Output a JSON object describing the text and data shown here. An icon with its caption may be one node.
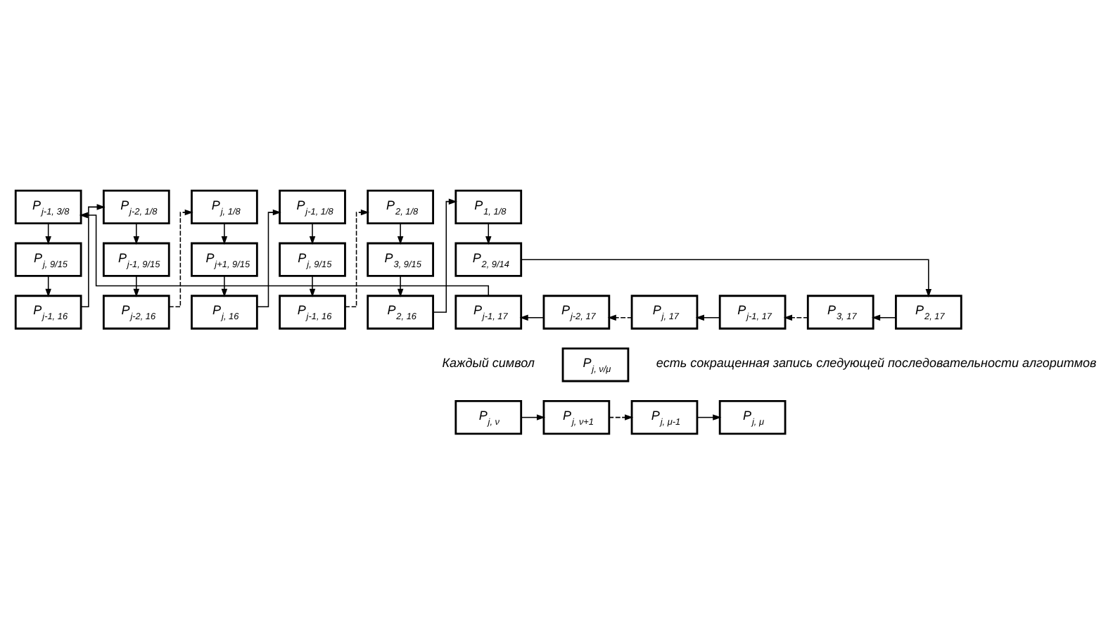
{
  "diagram": {
    "nodes": [
      {
        "text": [
          "P$_{j-1, 3/8}$"
        ]
      },
      {
        "text": [
          "P$_{j, 9/15}$"
        ]
      },
      {
        "text": [
          "P$_{j-1, 16}$"
        ]
      },
      {
        "text": [
          "P$_{j-2, 1/8}$"
        ]
      },
      {
        "text": [
          "P$_{j-1, 9/15}$"
        ]
      },
      {
        "text": [
          "P$_{j-2, 16}$"
        ]
      },
      {
        "text": [
          "P$_{j, 1/8}$"
        ]
      },
      {
        "text": [
          "P$_{j+1, 9/15}$"
        ]
      },
      {
        "text": [
          "P$_{j, 16}$"
        ]
      },
      {
        "text": [
          "P$_{j-1, 1/8}$"
        ]
      },
      {
        "text": [
          "P$_{j, 9/15}$"
        ]
      },
      {
        "text": [
          "P$_{j-1, 16}$"
        ]
      },
      {
        "text": [
          "P$_{2, 1/8}$"
        ]
      },
      {
        "text": [
          "P$_{3, 9/15}$"
        ]
      },
      {
        "text": [
          "P$_{2, 16}$"
        ]
      },
      {
        "text": [
          "P$_{1, 1/8}$"
        ]
      },
      {
        "text": [
          "P$_{2, 9/14}$"
        ]
      },
      {
        "text": [
          "P$_{j-1, 17}$"
        ]
      },
      {
        "text": [
          "P$_{j-2, 17}$"
        ]
      },
      {
        "text": [
          "P$_{j, 17}$"
        ]
      },
      {
        "text": [
          "P$_{j-1, 17}$"
        ]
      },
      {
        "text": [
          "P$_{3, 17}$"
        ]
      },
      {
        "text": [
          "P$_{2, 17}$"
        ]
      },
      {
        "text": [
          "P$_{j, ν/μ}$"
        ]
      },
      {
        "text": [
          "P$_{j, ν}$"
        ]
      },
      {
        "text": [
          "P$_{j, ν+1}$"
        ]
      },
      {
        "text": [
          "P$_{j, μ-1}$"
        ]
      },
      {
        "text": [
          "P$_{j, μ}$"
        ]
      }
    ],
    "edges": [
      {
        "from": 0,
        "to": 1,
        "arrow": "to"
      },
      {
        "from": 1,
        "to": 2,
        "arrow": "to"
      },
      {
        "from": 2,
        "to": 3,
        "arrow": "to"
      },
      {
        "from": 3,
        "to": 4,
        "arrow": "to"
      },
      {
        "from": 4,
        "to": 5,
        "arrow": "to"
      },
      {
        "from": 5,
        "to": 6,
        "arrow": "to",
        "style": "dashed"
      },
      {
        "from": 6,
        "to": 7,
        "arrow": "to"
      },
      {
        "from": 7,
        "to": 8,
        "arrow": "to"
      },
      {
        "from": 8,
        "to": 9,
        "arrow": "to"
      },
      {
        "from": 9,
        "to": 10,
        "arrow": "to"
      },
      {
        "from": 10,
        "to": 11,
        "arrow": "to"
      },
      {
        "from": 11,
        "to": 12,
        "arrow": "to",
        "style": "dashed"
      },
      {
        "from": 12,
        "to": 13,
        "arrow": "to"
      },
      {
        "from": 13,
        "to": 14,
        "arrow": "to"
      },
      {
        "from": 14,
        "to": 15,
        "arrow": "to"
      },
      {
        "from": 15,
        "to": 16,
        "arrow": "to"
      },
      {
        "from": 16,
        "to": 22,
        "arrow": "to"
      },
      {
        "from": 22,
        "to": 21,
        "arrow": "to"
      },
      {
        "from": 21,
        "to": 20,
        "arrow": "to",
        "style": "dashed"
      },
      {
        "from": 20,
        "to": 19,
        "arrow": "to"
      },
      {
        "from": 19,
        "to": 18,
        "arrow": "to",
        "style": "dashed"
      },
      {
        "from": 18,
        "to": 17,
        "arrow": "to"
      },
      {
        "from": 17,
        "to": 0,
        "arrow": "to"
      },
      {
        "from": 24,
        "to": 25,
        "arrow": "to"
      },
      {
        "from": 25,
        "to": 26,
        "arrow": "to",
        "style": "dashed"
      },
      {
        "from": 26,
        "to": 27,
        "arrow": "to"
      }
    ],
    "labels": [
      "Каждый символ",
      "есть сокращенная запись следующей последовательности алгоритмов"
    ]
  }
}
